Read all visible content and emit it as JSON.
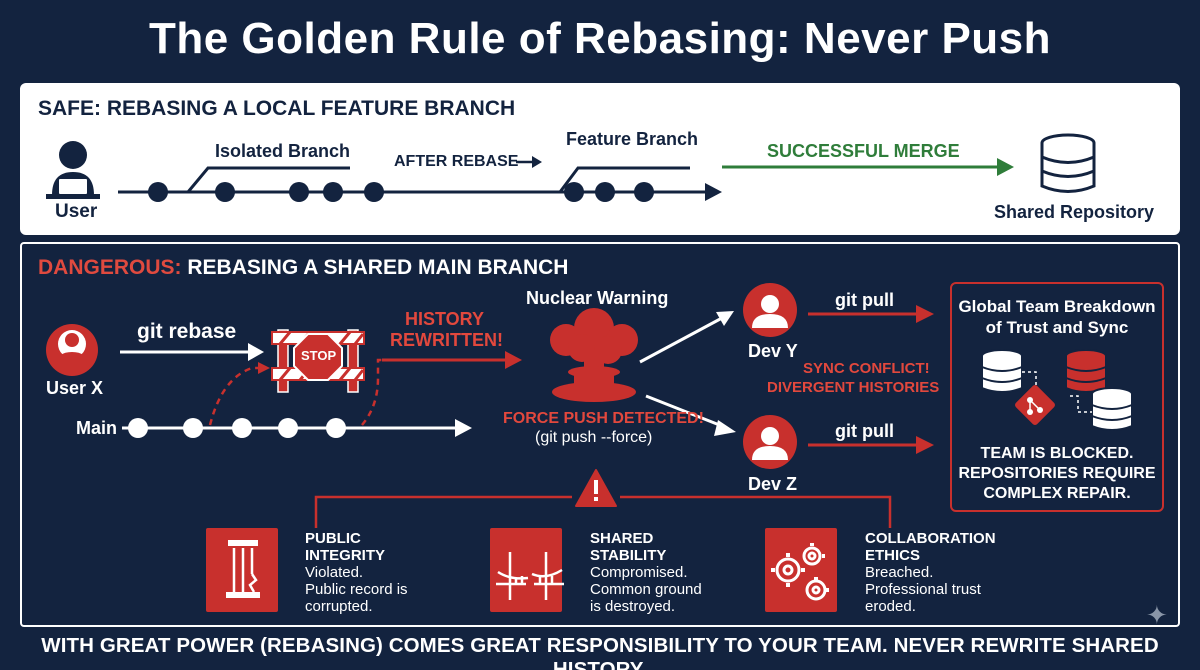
{
  "title": "The Golden Rule of Rebasing: Never Push",
  "safe": {
    "heading": "SAFE: REBASING A LOCAL FEATURE BRANCH",
    "user_label": "User",
    "isolated_branch": "Isolated Branch",
    "after_rebase": "AFTER REBASE",
    "feature_branch": "Feature Branch",
    "successful_merge": "SUCCESSFUL MERGE",
    "shared_repository": "Shared Repository"
  },
  "danger": {
    "heading_prefix": "DANGEROUS:",
    "heading_rest": " REBASING A SHARED MAIN BRANCH",
    "user_label": "User X",
    "git_rebase": "git rebase",
    "stop_sign": "STOP",
    "history_rewritten_1": "HISTORY",
    "history_rewritten_2": "REWRITTEN!",
    "main_label": "Main",
    "nuclear_warning": "Nuclear Warning",
    "force_push": "FORCE PUSH DETECTED!",
    "force_push_cmd": "(git push --force)",
    "dev_y": "Dev Y",
    "dev_z": "Dev Z",
    "git_pull_1": "git pull",
    "git_pull_2": "git pull",
    "sync_conflict_1": "SYNC CONFLICT!",
    "sync_conflict_2": "DIVERGENT HISTORIES",
    "breakdown_title_1": "Global Team Breakdown",
    "breakdown_title_2": "of Trust and Sync",
    "blocked_1": "TEAM IS BLOCKED.",
    "blocked_2": "REPOSITORIES REQUIRE",
    "blocked_3": "COMPLEX REPAIR."
  },
  "impacts": [
    {
      "icon": "broken-pillar-icon",
      "title_1": "PUBLIC",
      "title_2": "INTEGRITY",
      "body_1": "Violated.",
      "body_2": "Public record is",
      "body_3": "corrupted."
    },
    {
      "icon": "bridge-icon",
      "title_1": "SHARED",
      "title_2": "STABILITY",
      "body_1": "Compromised.",
      "body_2": "Common ground",
      "body_3": "is destroyed."
    },
    {
      "icon": "gears-icon",
      "title_1": "COLLABORATION",
      "title_2": "ETHICS",
      "body_1": "Breached.",
      "body_2": "Professional trust",
      "body_3": "eroded."
    }
  ],
  "footer": "WITH GREAT POWER (REBASING) COMES GREAT RESPONSIBILITY TO YOUR TEAM. NEVER REWRITE SHARED HISTORY.",
  "colors": {
    "background": "#13233f",
    "danger_red": "#c8302d",
    "safe_green": "#2f7d3a",
    "panel_white": "#ffffff"
  }
}
